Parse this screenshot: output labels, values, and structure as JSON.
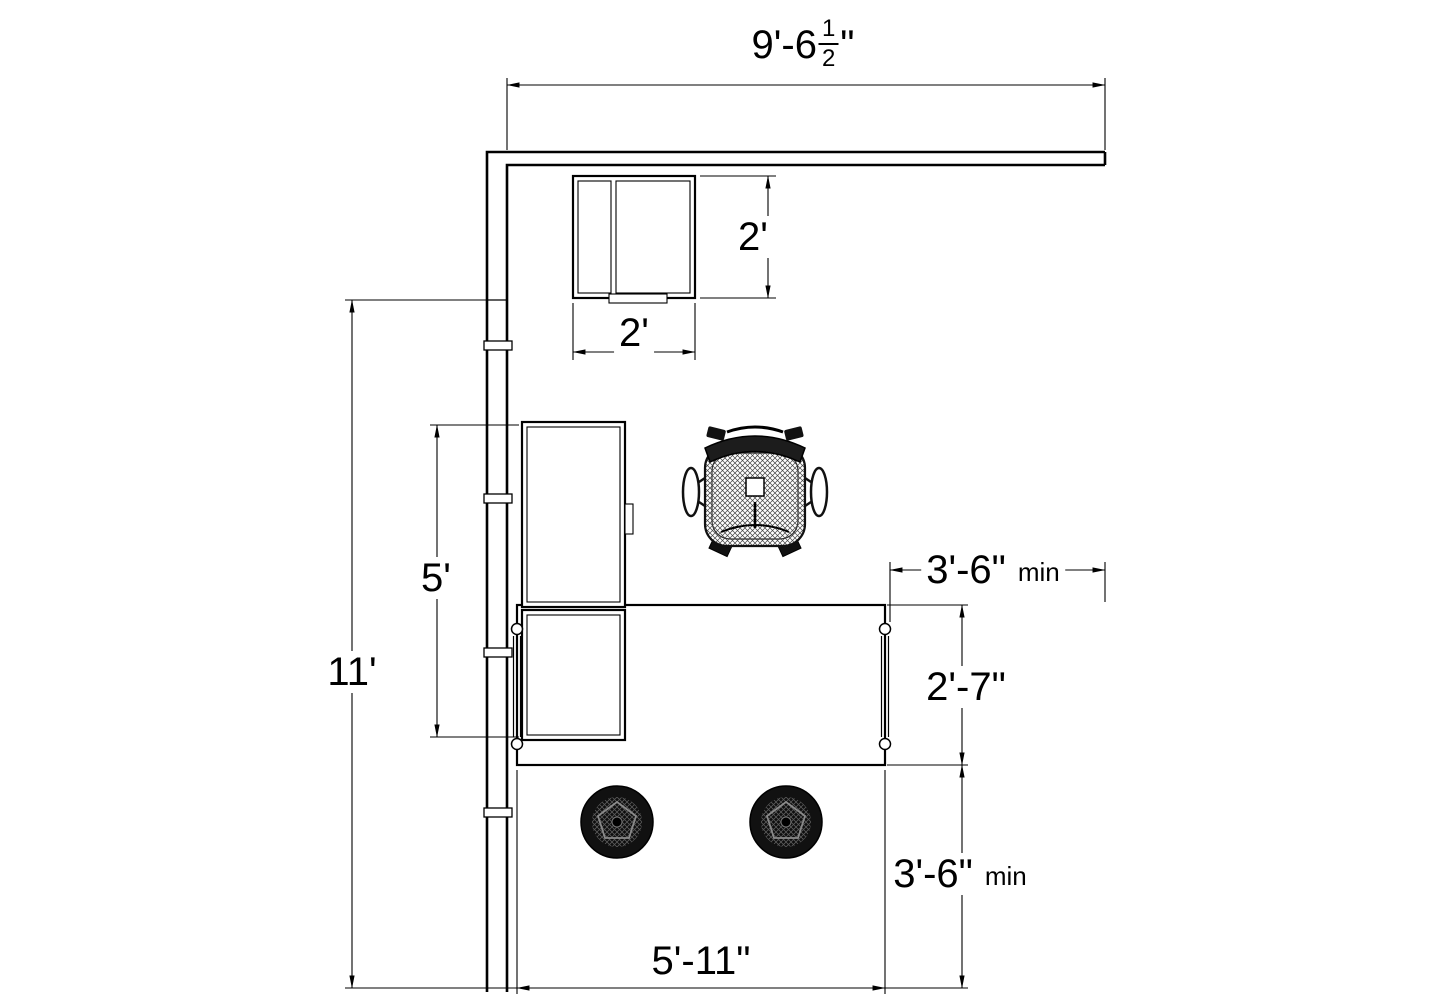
{
  "drawing": {
    "labels": {
      "top_width": {
        "prefix": "9'-6",
        "frac_num": "1",
        "frac_den": "2",
        "suffix": "\""
      },
      "cabinet_depth": "2'",
      "cabinet_width": "2'",
      "tall_cabinet_length": "5'",
      "room_length": "11'",
      "right_clearance": "3'-6\"",
      "right_clearance_qualifier": "min",
      "desk_depth": "2'-7\"",
      "front_clearance": "3'-6\"",
      "front_clearance_qualifier": "min",
      "desk_width": "5'-11\""
    }
  }
}
